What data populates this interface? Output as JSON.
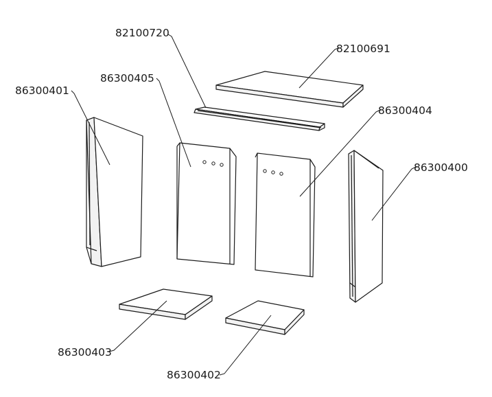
{
  "parts": [
    {
      "id": "p82100720",
      "label": "82100720"
    },
    {
      "id": "p82100691",
      "label": "82100691"
    },
    {
      "id": "p86300405",
      "label": "86300405"
    },
    {
      "id": "p86300401",
      "label": "86300401"
    },
    {
      "id": "p86300404",
      "label": "86300404"
    },
    {
      "id": "p86300400",
      "label": "86300400"
    },
    {
      "id": "p86300403",
      "label": "86300403"
    },
    {
      "id": "p86300402",
      "label": "86300402"
    }
  ]
}
